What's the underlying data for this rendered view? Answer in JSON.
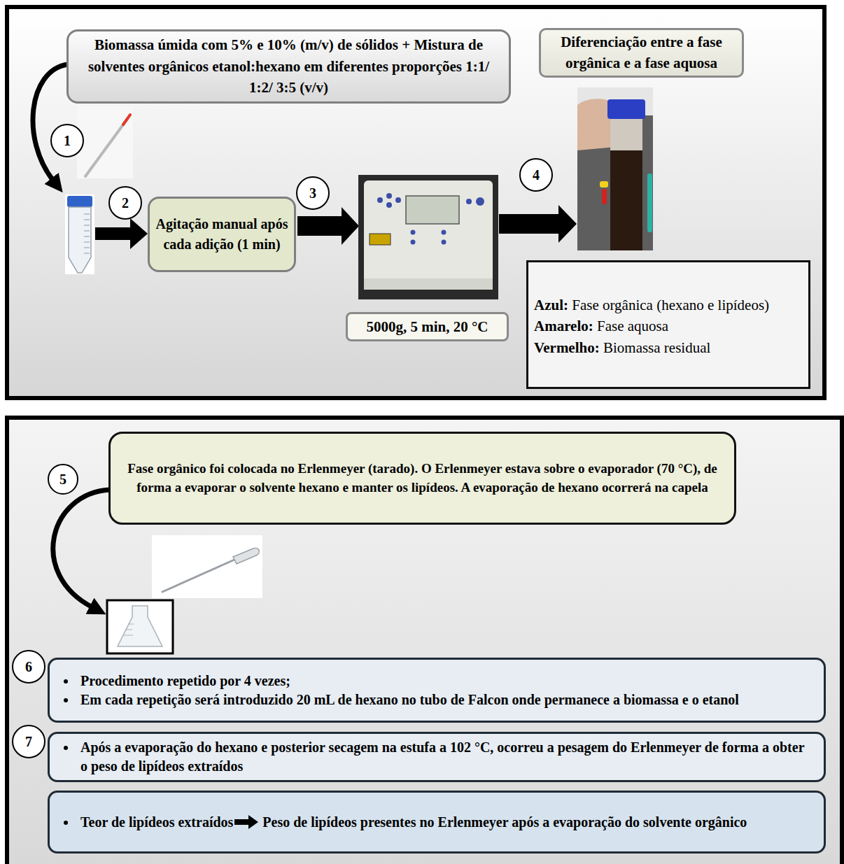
{
  "diagram": {
    "nodes": [
      {
        "text": [
          "Biomassa úmida com 5% e 10% (m/v) de sólidos + Mistura de solventes orgânicos etanol:hexano em diferentes proporções 1:1/ 1:2/ 3:5 (v/v)"
        ]
      },
      {
        "text": [
          "Diferenciação entre a fase orgânica e a fase aquosa"
        ]
      },
      {
        "text": [
          "1"
        ]
      },
      {
        "text": [
          "2"
        ]
      },
      {
        "text": [
          "Agitação manual após cada adição (1 min)"
        ]
      },
      {
        "text": [
          "3"
        ]
      },
      {
        "text": [
          "4"
        ]
      },
      {
        "text": [
          "5000g, 5 min, 20 °C"
        ]
      },
      {
        "text": [
          "Azul:",
          "Fase orgânica (hexano e lipídeos)",
          "Amarelo:",
          "Fase aquosa",
          "Vermelho:",
          "Biomassa residual"
        ]
      },
      {
        "text": [
          "5"
        ]
      },
      {
        "text": [
          "Fase orgânico foi colocada no Erlenmeyer (tarado). O Erlenmeyer estava sobre o evaporador (70 °C), de forma a evaporar o solvente hexano e manter os lipídeos. A evaporação de hexano ocorrerá na capela"
        ]
      },
      {
        "text": [
          "6"
        ]
      },
      {
        "text": [
          "Procedimento repetido por 4 vezes;",
          "Em cada repetição será introduzido 20 mL de hexano no tubo de Falcon onde permanece a biomassa e o etanol"
        ]
      },
      {
        "text": [
          "7"
        ]
      },
      {
        "text": [
          "Após a evaporação do hexano e posterior secagem na estufa a 102 °C, ocorreu a pesagem do Erlenmeyer de forma a obter o peso de lipídeos extraídos"
        ]
      },
      {
        "text": [
          "Teor de lipídeos extraídos",
          "Peso de lipídeos presentes no Erlenmeyer após a evaporação do solvente orgânico"
        ]
      }
    ]
  }
}
